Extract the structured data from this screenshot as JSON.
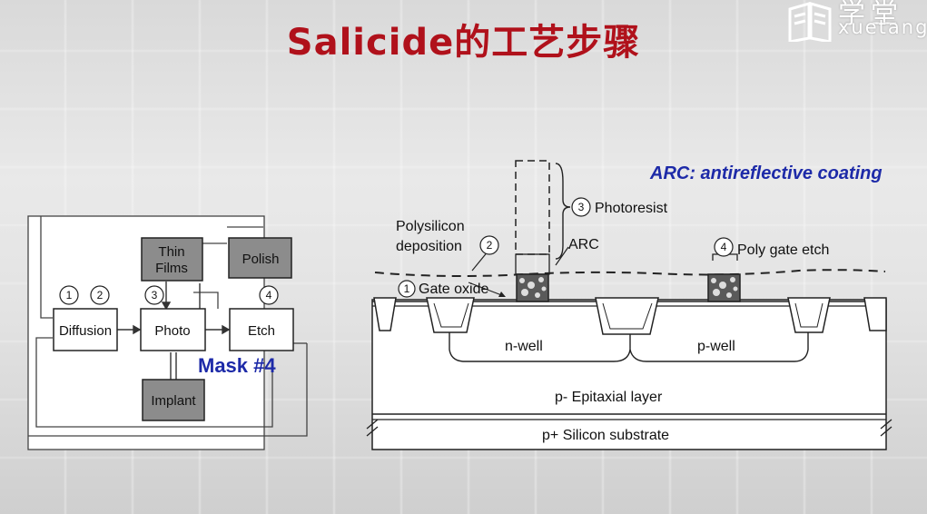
{
  "slide": {
    "title": "Salicide的工艺步骤"
  },
  "logo": {
    "cn": "学堂",
    "en": "xuetang"
  },
  "flow": {
    "boxes": {
      "diffusion": "Diffusion",
      "photo": "Photo",
      "etch": "Etch",
      "thin_films_1": "Thin",
      "thin_films_2": "Films",
      "polish": "Polish",
      "implant": "Implant"
    },
    "markers": {
      "m1": "1",
      "m2": "2",
      "m3": "3",
      "m4": "4"
    },
    "mask": "Mask #4"
  },
  "cross_section": {
    "arc_note": "ARC: antireflective coating",
    "photoresist": "Photoresist",
    "poly_dep_1": "Polysilicon",
    "poly_dep_2": "deposition",
    "arc": "ARC",
    "poly_gate_etch": "Poly gate etch",
    "gate_oxide": "Gate oxide",
    "n_well": "n-well",
    "p_well": "p-well",
    "epi": "p- Epitaxial layer",
    "substrate": "p+ Silicon substrate",
    "markers": {
      "m1": "1",
      "m2": "2",
      "m3": "3",
      "m4": "4"
    }
  },
  "colors": {
    "title": "#b0111b",
    "mask": "#1d2aa8",
    "arc_note": "#1d2aa8",
    "box_grey": "#8c8c8c"
  }
}
